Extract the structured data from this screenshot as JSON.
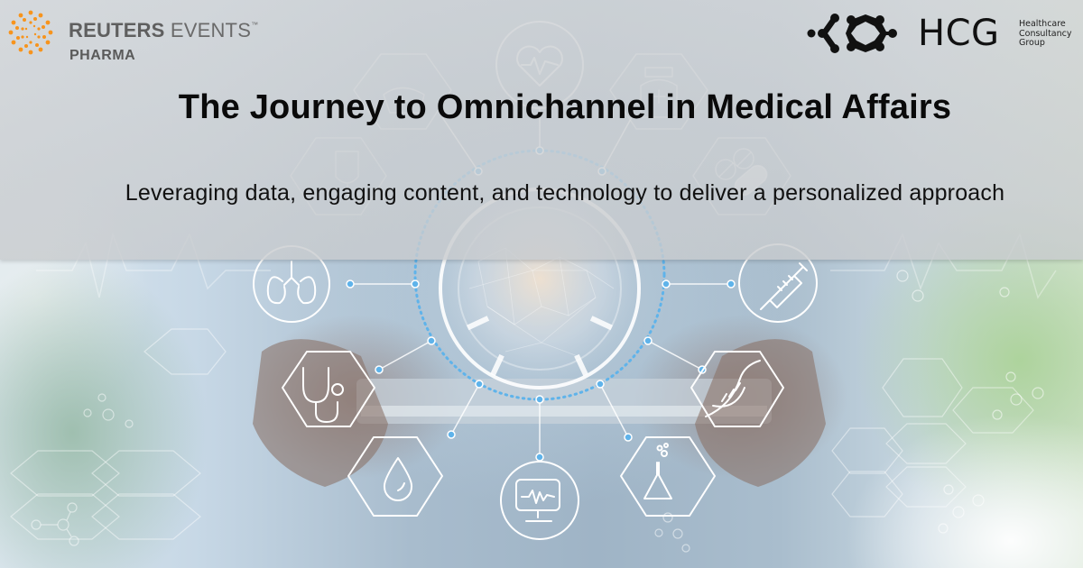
{
  "brand": {
    "reuters": {
      "name_bold": "REUTERS",
      "name_light": "EVENTS",
      "trademark": "™",
      "division": "PHARMA",
      "accent_color": "#f7941d"
    },
    "hcg": {
      "letters": "HCG",
      "tagline": [
        "Healthcare",
        "Consultancy",
        "Group"
      ],
      "color": "#111111"
    }
  },
  "headline": {
    "title": "The Journey to Omnichannel in Medical Affairs",
    "subtitle": "Leveraging data, engaging content, and technology to deliver a personalized approach"
  },
  "graphic": {
    "center": "globe-network",
    "node_color": "#4aa3df",
    "icons": [
      "nurse-cap-icon",
      "heart-rate-icon",
      "medicine-bottle-icon",
      "iv-bag-icon",
      "pills-capsule-icon",
      "lungs-icon",
      "syringe-icon",
      "stethoscope-icon",
      "dna-helix-icon",
      "blood-drop-icon",
      "monitor-ecg-icon",
      "flask-icon"
    ]
  }
}
